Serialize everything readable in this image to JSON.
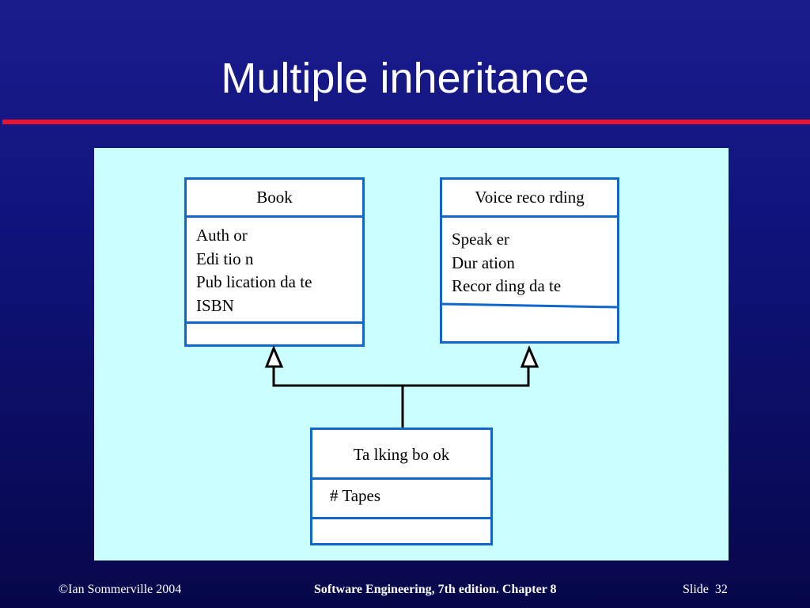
{
  "slide": {
    "title": "Multiple inheritance",
    "footer": {
      "copyright": "©Ian Sommerville 2004",
      "book": "Software Engineering, 7th edition. Chapter 8",
      "slide_label": "Slide  32"
    }
  },
  "diagram": {
    "classes": [
      {
        "name": "Book",
        "attributes": [
          "Auth or",
          "Edi tio n",
          "Pub lication da te",
          "ISBN"
        ]
      },
      {
        "name": "Voice reco rding",
        "attributes": [
          "Speak er",
          "Dur ation",
          "Recor ding da  te"
        ]
      },
      {
        "name": "Ta lking bo ok",
        "attributes": [
          "# Tapes"
        ]
      }
    ],
    "relations": [
      {
        "type": "generalization",
        "from": "Ta lking bo ok",
        "to": "Book"
      },
      {
        "type": "generalization",
        "from": "Ta lking bo ok",
        "to": "Voice reco rding"
      }
    ],
    "colors": {
      "background": "#10127a",
      "panel": "#ccffff",
      "class_border": "#1166cc",
      "title_rule": "#e8132d"
    }
  }
}
